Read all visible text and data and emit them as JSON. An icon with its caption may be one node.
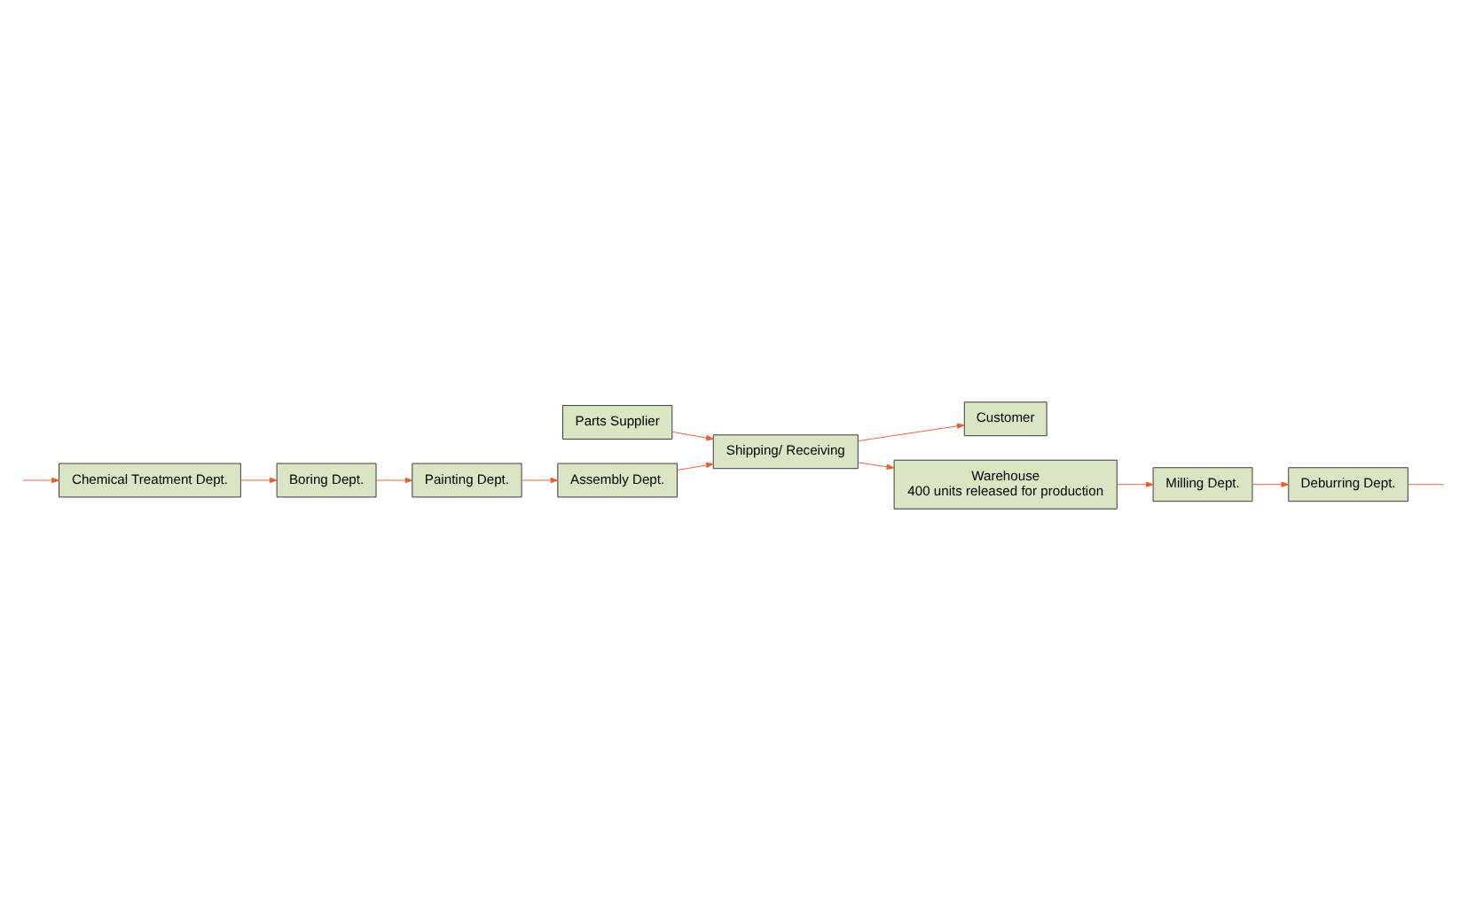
{
  "diagram": {
    "nodes": [
      {
        "text": [
          "Customer"
        ]
      },
      {
        "text": [
          "Chemical Treatment Dept."
        ]
      },
      {
        "text": [
          "Painting Dept."
        ]
      },
      {
        "text": [
          "Parts Supplier"
        ]
      },
      {
        "text": [
          "Milling Dept."
        ]
      },
      {
        "text": [
          "Assembly Dept."
        ]
      },
      {
        "text": [
          "Shipping/ Receiving"
        ]
      },
      {
        "text": [
          "Boring Dept."
        ]
      },
      {
        "text": [
          "Warehouse",
          "400 units released for production"
        ]
      },
      {
        "text": [
          "Deburring Dept."
        ]
      }
    ],
    "edges": [
      {
        "from": 3,
        "to": 6,
        "arrow": "to"
      },
      {
        "from": 6,
        "to": 0,
        "arrow": "to"
      },
      {
        "from": 6,
        "to": 8,
        "arrow": "to"
      },
      {
        "from": 8,
        "to": 4,
        "arrow": "to"
      },
      {
        "from": 4,
        "to": 9,
        "arrow": "to"
      },
      {
        "from": 9,
        "to": null,
        "arrow": "none"
      },
      {
        "from": null,
        "to": 1,
        "arrow": "to"
      },
      {
        "from": 1,
        "to": 7,
        "arrow": "to"
      },
      {
        "from": 7,
        "to": 2,
        "arrow": "to"
      },
      {
        "from": 2,
        "to": 5,
        "arrow": "to"
      },
      {
        "from": 5,
        "to": 6,
        "arrow": "to"
      }
    ]
  }
}
